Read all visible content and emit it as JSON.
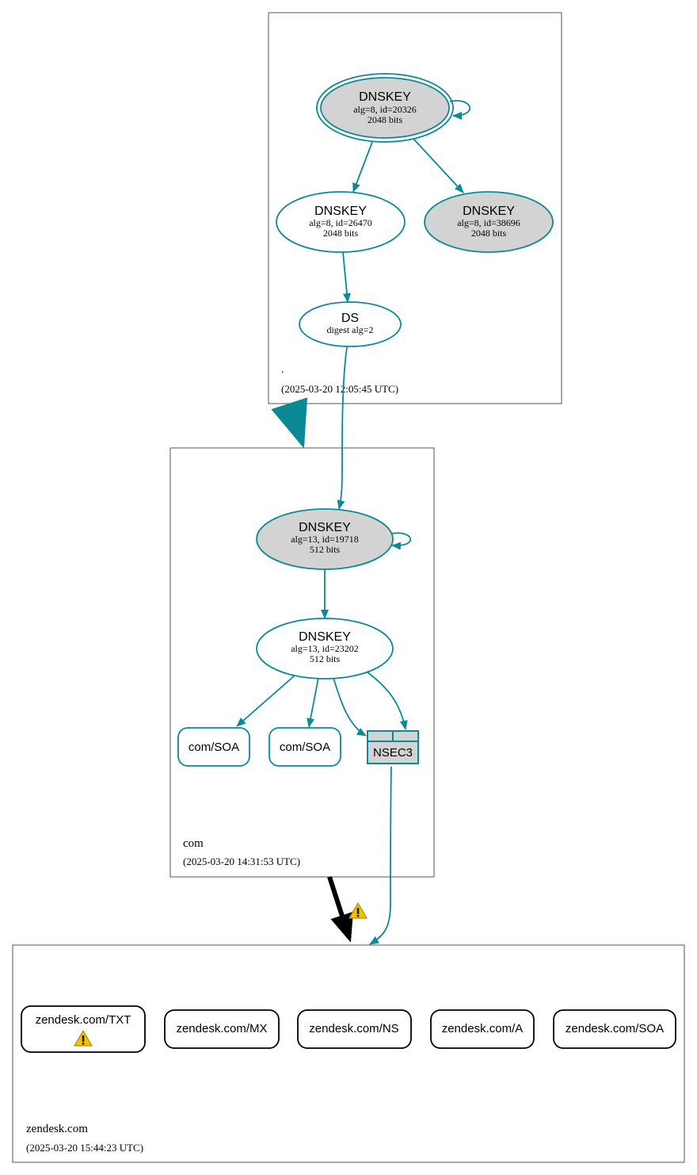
{
  "zones": {
    "root": {
      "name": ".",
      "timestamp": "(2025-03-20 12:05:45 UTC)"
    },
    "com": {
      "name": "com",
      "timestamp": "(2025-03-20 14:31:53 UTC)"
    },
    "zendesk": {
      "name": "zendesk.com",
      "timestamp": "(2025-03-20 15:44:23 UTC)"
    }
  },
  "nodes": {
    "root_ksk": {
      "title": "DNSKEY",
      "line1": "alg=8, id=20326",
      "line2": "2048 bits"
    },
    "root_zsk": {
      "title": "DNSKEY",
      "line1": "alg=8, id=26470",
      "line2": "2048 bits"
    },
    "root_ksk2": {
      "title": "DNSKEY",
      "line1": "alg=8, id=38696",
      "line2": "2048 bits"
    },
    "root_ds": {
      "title": "DS",
      "line1": "digest alg=2"
    },
    "com_ksk": {
      "title": "DNSKEY",
      "line1": "alg=13, id=19718",
      "line2": "512 bits"
    },
    "com_zsk": {
      "title": "DNSKEY",
      "line1": "alg=13, id=23202",
      "line2": "512 bits"
    },
    "com_soa1": {
      "label": "com/SOA"
    },
    "com_soa2": {
      "label": "com/SOA"
    },
    "com_nsec3": {
      "label": "NSEC3"
    },
    "zd_txt": {
      "label": "zendesk.com/TXT"
    },
    "zd_mx": {
      "label": "zendesk.com/MX"
    },
    "zd_ns": {
      "label": "zendesk.com/NS"
    },
    "zd_a": {
      "label": "zendesk.com/A"
    },
    "zd_soa": {
      "label": "zendesk.com/SOA"
    }
  },
  "colors": {
    "edge": "#0a8a96",
    "key_fill": "#d3d3d3",
    "warning": "#f2c200",
    "delegation_insecure": "#000000"
  },
  "icons": {
    "warning": "warning-triangle-icon"
  }
}
